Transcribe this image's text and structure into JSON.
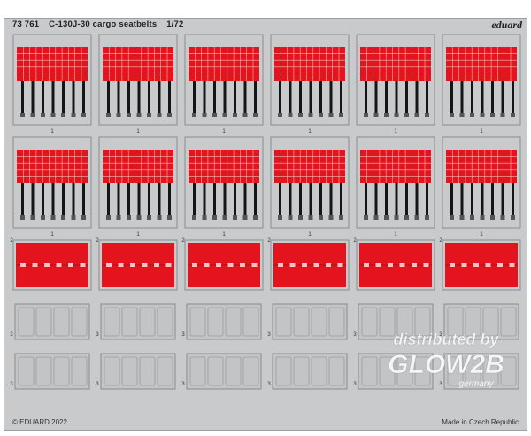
{
  "header": {
    "code": "73 761",
    "title": "C-130J-30 cargo seatbelts",
    "scale": "1/72",
    "brand": "eduard"
  },
  "footer": {
    "copyright": "© EDUARD 2022",
    "origin": "Made in Czech Republic"
  },
  "part_numbers": {
    "seatbelt_net": "1",
    "red_panel": "2",
    "grey_frame": "3"
  },
  "watermark": {
    "line1": "distributed by",
    "logo": "GLOW2B",
    "line3": "germany"
  },
  "colors": {
    "fret": "#c9cacb",
    "red_print": "#e3141e",
    "belt_black": "#151515",
    "frame_outline": "#8a8c8e"
  },
  "layout_summary": {
    "seatbelt_net_frames": 12,
    "red_panels": 6,
    "grey_frame_units": 12
  }
}
